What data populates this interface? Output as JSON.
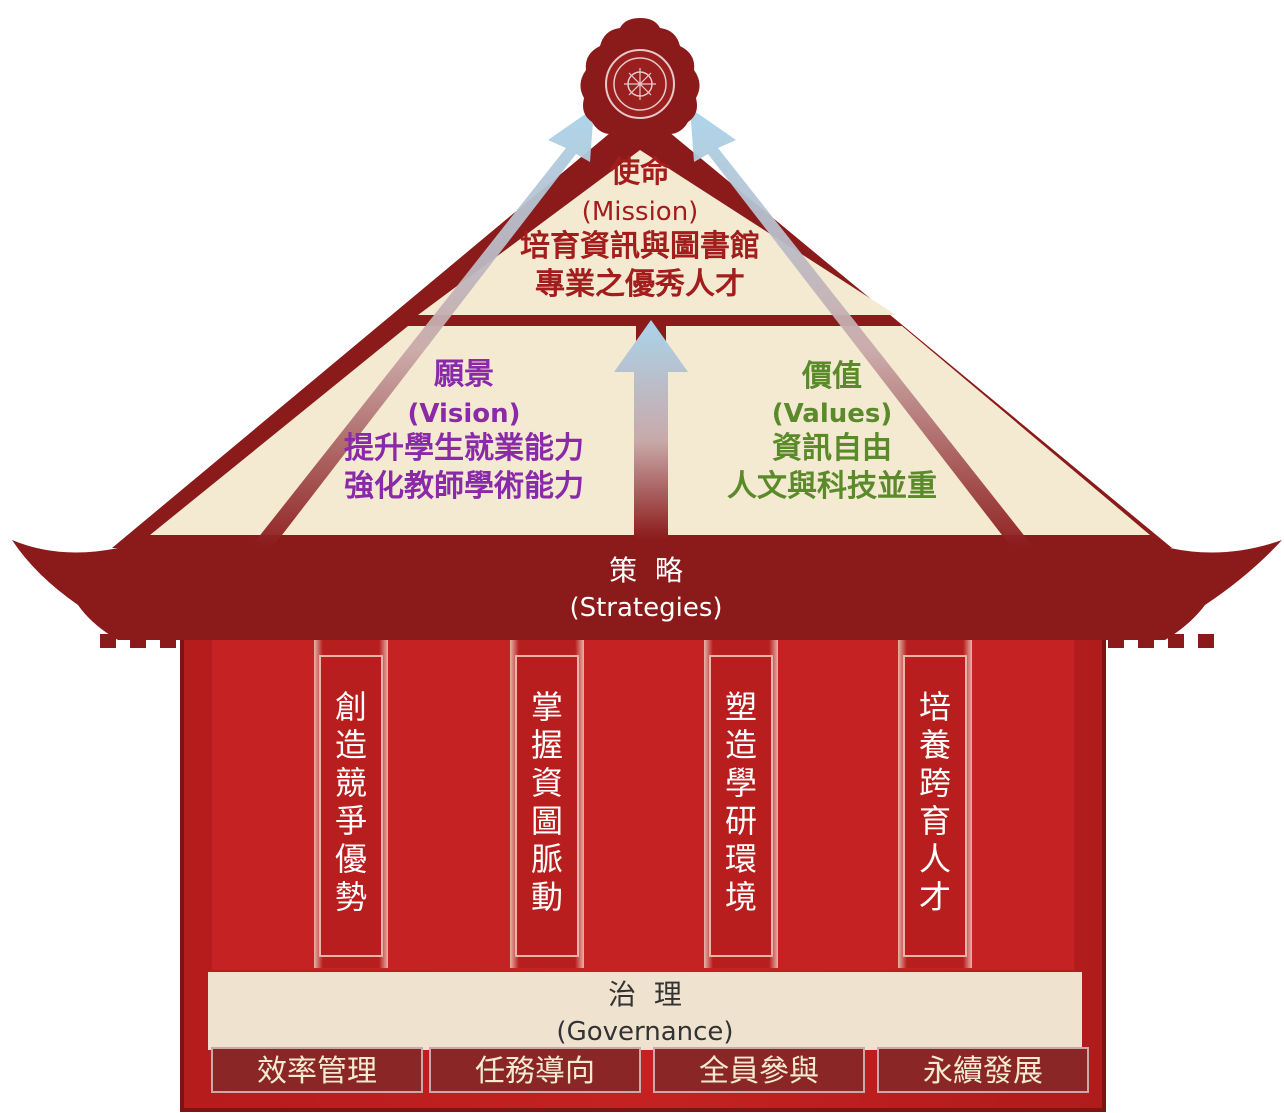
{
  "colors": {
    "roof_red": "#8b1a1a",
    "wall_red": "#c01f1f",
    "cream": "#f4ead2",
    "mission_text": "#a31d1d",
    "vision_text": "#8a2aa8",
    "values_text": "#5a8a2a",
    "arrow_blue": "#a9d4ec"
  },
  "icons": {
    "emblem": "university-seal-emblem"
  },
  "mission": {
    "title": "使命",
    "en": "(Mission)",
    "line1": "培育資訊與圖書館",
    "line2": "專業之優秀人才"
  },
  "vision": {
    "title": "願景",
    "en": "(Vision)",
    "line1": "提升學生就業能力",
    "line2": "強化教師學術能力"
  },
  "values": {
    "title": "價值",
    "en": "(Values)",
    "line1": "資訊自由",
    "line2": "人文與科技並重"
  },
  "strategies": {
    "title": "策  略",
    "en": "(Strategies)",
    "pillars": [
      "創造競爭優勢",
      "掌握資圖脈動",
      "塑造學研環境",
      "培養跨育人才"
    ]
  },
  "governance": {
    "title": "治  理",
    "en": "(Governance)",
    "items": [
      "效率管理",
      "任務導向",
      "全員參與",
      "永續發展"
    ]
  }
}
